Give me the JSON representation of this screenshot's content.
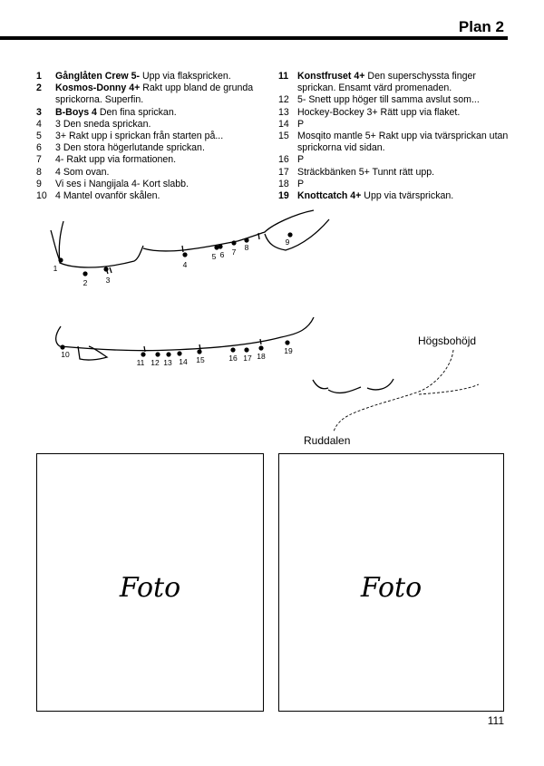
{
  "header": {
    "title": "Plan 2"
  },
  "routes_left": [
    {
      "num": "1",
      "bold": true,
      "name": "Gånglåten Crew 5-",
      "desc": " Upp via flakspricken."
    },
    {
      "num": "2",
      "bold": true,
      "name": "Kosmos-Donny 4+",
      "desc": " Rakt upp bland de grunda sprickorna. Superfin."
    },
    {
      "num": "3",
      "bold": true,
      "name": "B-Boys 4",
      "desc": " Den fina sprickan."
    },
    {
      "num": "4",
      "bold": false,
      "name": "",
      "desc": "3 Den sneda sprickan."
    },
    {
      "num": "5",
      "bold": false,
      "name": "",
      "desc": "3+ Rakt upp i sprickan från starten på..."
    },
    {
      "num": "6",
      "bold": false,
      "name": "",
      "desc": "3 Den stora högerlutande sprickan."
    },
    {
      "num": "7",
      "bold": false,
      "name": "",
      "desc": "4- Rakt upp via formationen."
    },
    {
      "num": "8",
      "bold": false,
      "name": "",
      "desc": "4 Som ovan."
    },
    {
      "num": "9",
      "bold": false,
      "name": "",
      "desc": "Vi ses i Nangijala 4- Kort slabb."
    },
    {
      "num": "10",
      "bold": false,
      "name": "",
      "desc": "4 Mantel ovanför skålen."
    }
  ],
  "routes_right": [
    {
      "num": "11",
      "bold": true,
      "name": "Konstfruset 4+",
      "desc": " Den superschyssta finger sprickan. Ensamt värd promenaden."
    },
    {
      "num": "12",
      "bold": false,
      "name": "",
      "desc": "5- Snett upp höger till samma avslut som..."
    },
    {
      "num": "13",
      "bold": false,
      "name": "",
      "desc": "Hockey-Bockey 3+ Rätt upp via flaket."
    },
    {
      "num": "14",
      "bold": false,
      "name": "",
      "desc": "P"
    },
    {
      "num": "15",
      "bold": false,
      "name": "",
      "desc": "Mosqito mantle 5+ Rakt upp via tvärsprickan utan sprickorna vid sidan."
    },
    {
      "num": "16",
      "bold": false,
      "name": "",
      "desc": "P"
    },
    {
      "num": "17",
      "bold": false,
      "name": "",
      "desc": "Sträckbänken 5+ Tunnt rätt upp."
    },
    {
      "num": "18",
      "bold": false,
      "name": "",
      "desc": "P"
    },
    {
      "num": "19",
      "bold": true,
      "name": "Knottcatch 4+",
      "desc": " Upp via tvärsprickan."
    }
  ],
  "topo_upper": [
    "1",
    "2",
    "3",
    "4",
    "5",
    "6",
    "7",
    "8",
    "9"
  ],
  "topo_lower": [
    "10",
    "11",
    "12",
    "13",
    "14",
    "15",
    "16",
    "17",
    "18",
    "19"
  ],
  "places": {
    "north": "Högsbohöjd",
    "south": "Ruddalen"
  },
  "photos": {
    "left_label": "Foto",
    "right_label": "Foto"
  },
  "page_number": "111"
}
